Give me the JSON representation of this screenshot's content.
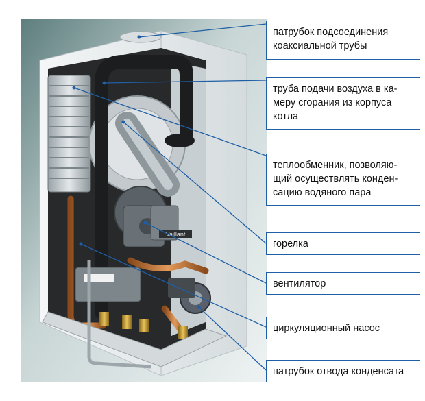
{
  "labels": [
    {
      "id": "coax-pipe",
      "text": "патрубок подсоединения\nкоаксиальной трубы"
    },
    {
      "id": "air-pipe",
      "text": "труба подачи воздуха в ка-\nмеру сгорания из корпуса\nкотла"
    },
    {
      "id": "heat-exchanger",
      "text": "теплообменник, позволяю-\nщий осуществлять конден-\nсацию водяного пара"
    },
    {
      "id": "burner",
      "text": "горелка"
    },
    {
      "id": "fan",
      "text": "вентилятор"
    },
    {
      "id": "pump",
      "text": "циркуляционный насос"
    },
    {
      "id": "condensate-pipe",
      "text": "патрубок отвода конденсата"
    }
  ],
  "brand": "Vaillant",
  "colors": {
    "leader_line": "#1f5fa6",
    "box_border": "#1f5fa6",
    "background": "#e4ecec"
  }
}
